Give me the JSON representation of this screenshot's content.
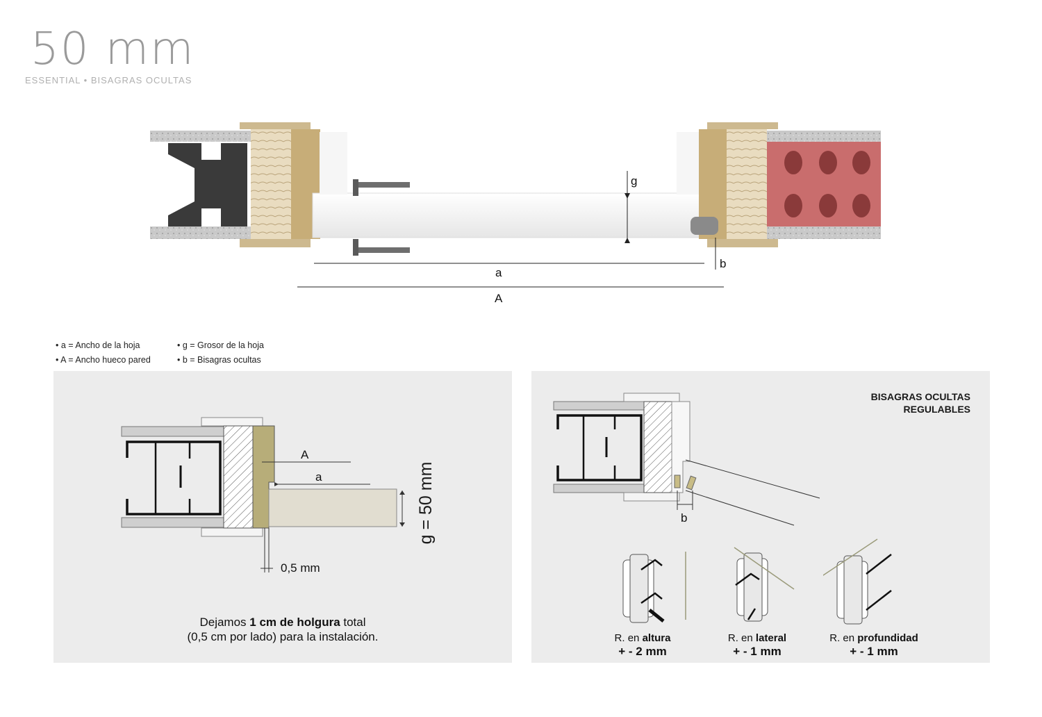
{
  "header": {
    "title": "50 mm",
    "subtitle": "ESSENTIAL • BISAGRAS OCULTAS"
  },
  "top_diagram": {
    "label_g": "g",
    "label_a": "a",
    "label_A": "A",
    "label_b": "b"
  },
  "legend": {
    "items": [
      "• a = Ancho de la hoja",
      "• g = Grosor de la hoja",
      "• A = Ancho hueco pared",
      "• b = Bisagras ocultas"
    ]
  },
  "left_panel": {
    "label_A": "A",
    "label_a": "a",
    "label_gap": "0,5 mm",
    "label_g": "g = 50 mm",
    "caption_prefix": "Dejamos ",
    "caption_bold": "1 cm de holgura",
    "caption_suffix": " total",
    "caption_line2": "(0,5 cm por lado) para la instalación."
  },
  "right_panel": {
    "heading_line1": "BISAGRAS OCULTAS",
    "heading_line2": "REGULABLES",
    "label_b": "b",
    "adjustments": [
      {
        "prefix": "R. en ",
        "name": "altura",
        "value": "+ - 2 mm"
      },
      {
        "prefix": "R. en ",
        "name": "lateral",
        "value": "+ - 1 mm"
      },
      {
        "prefix": "R. en ",
        "name": "profundidad",
        "value": "+ - 1 mm"
      }
    ]
  }
}
